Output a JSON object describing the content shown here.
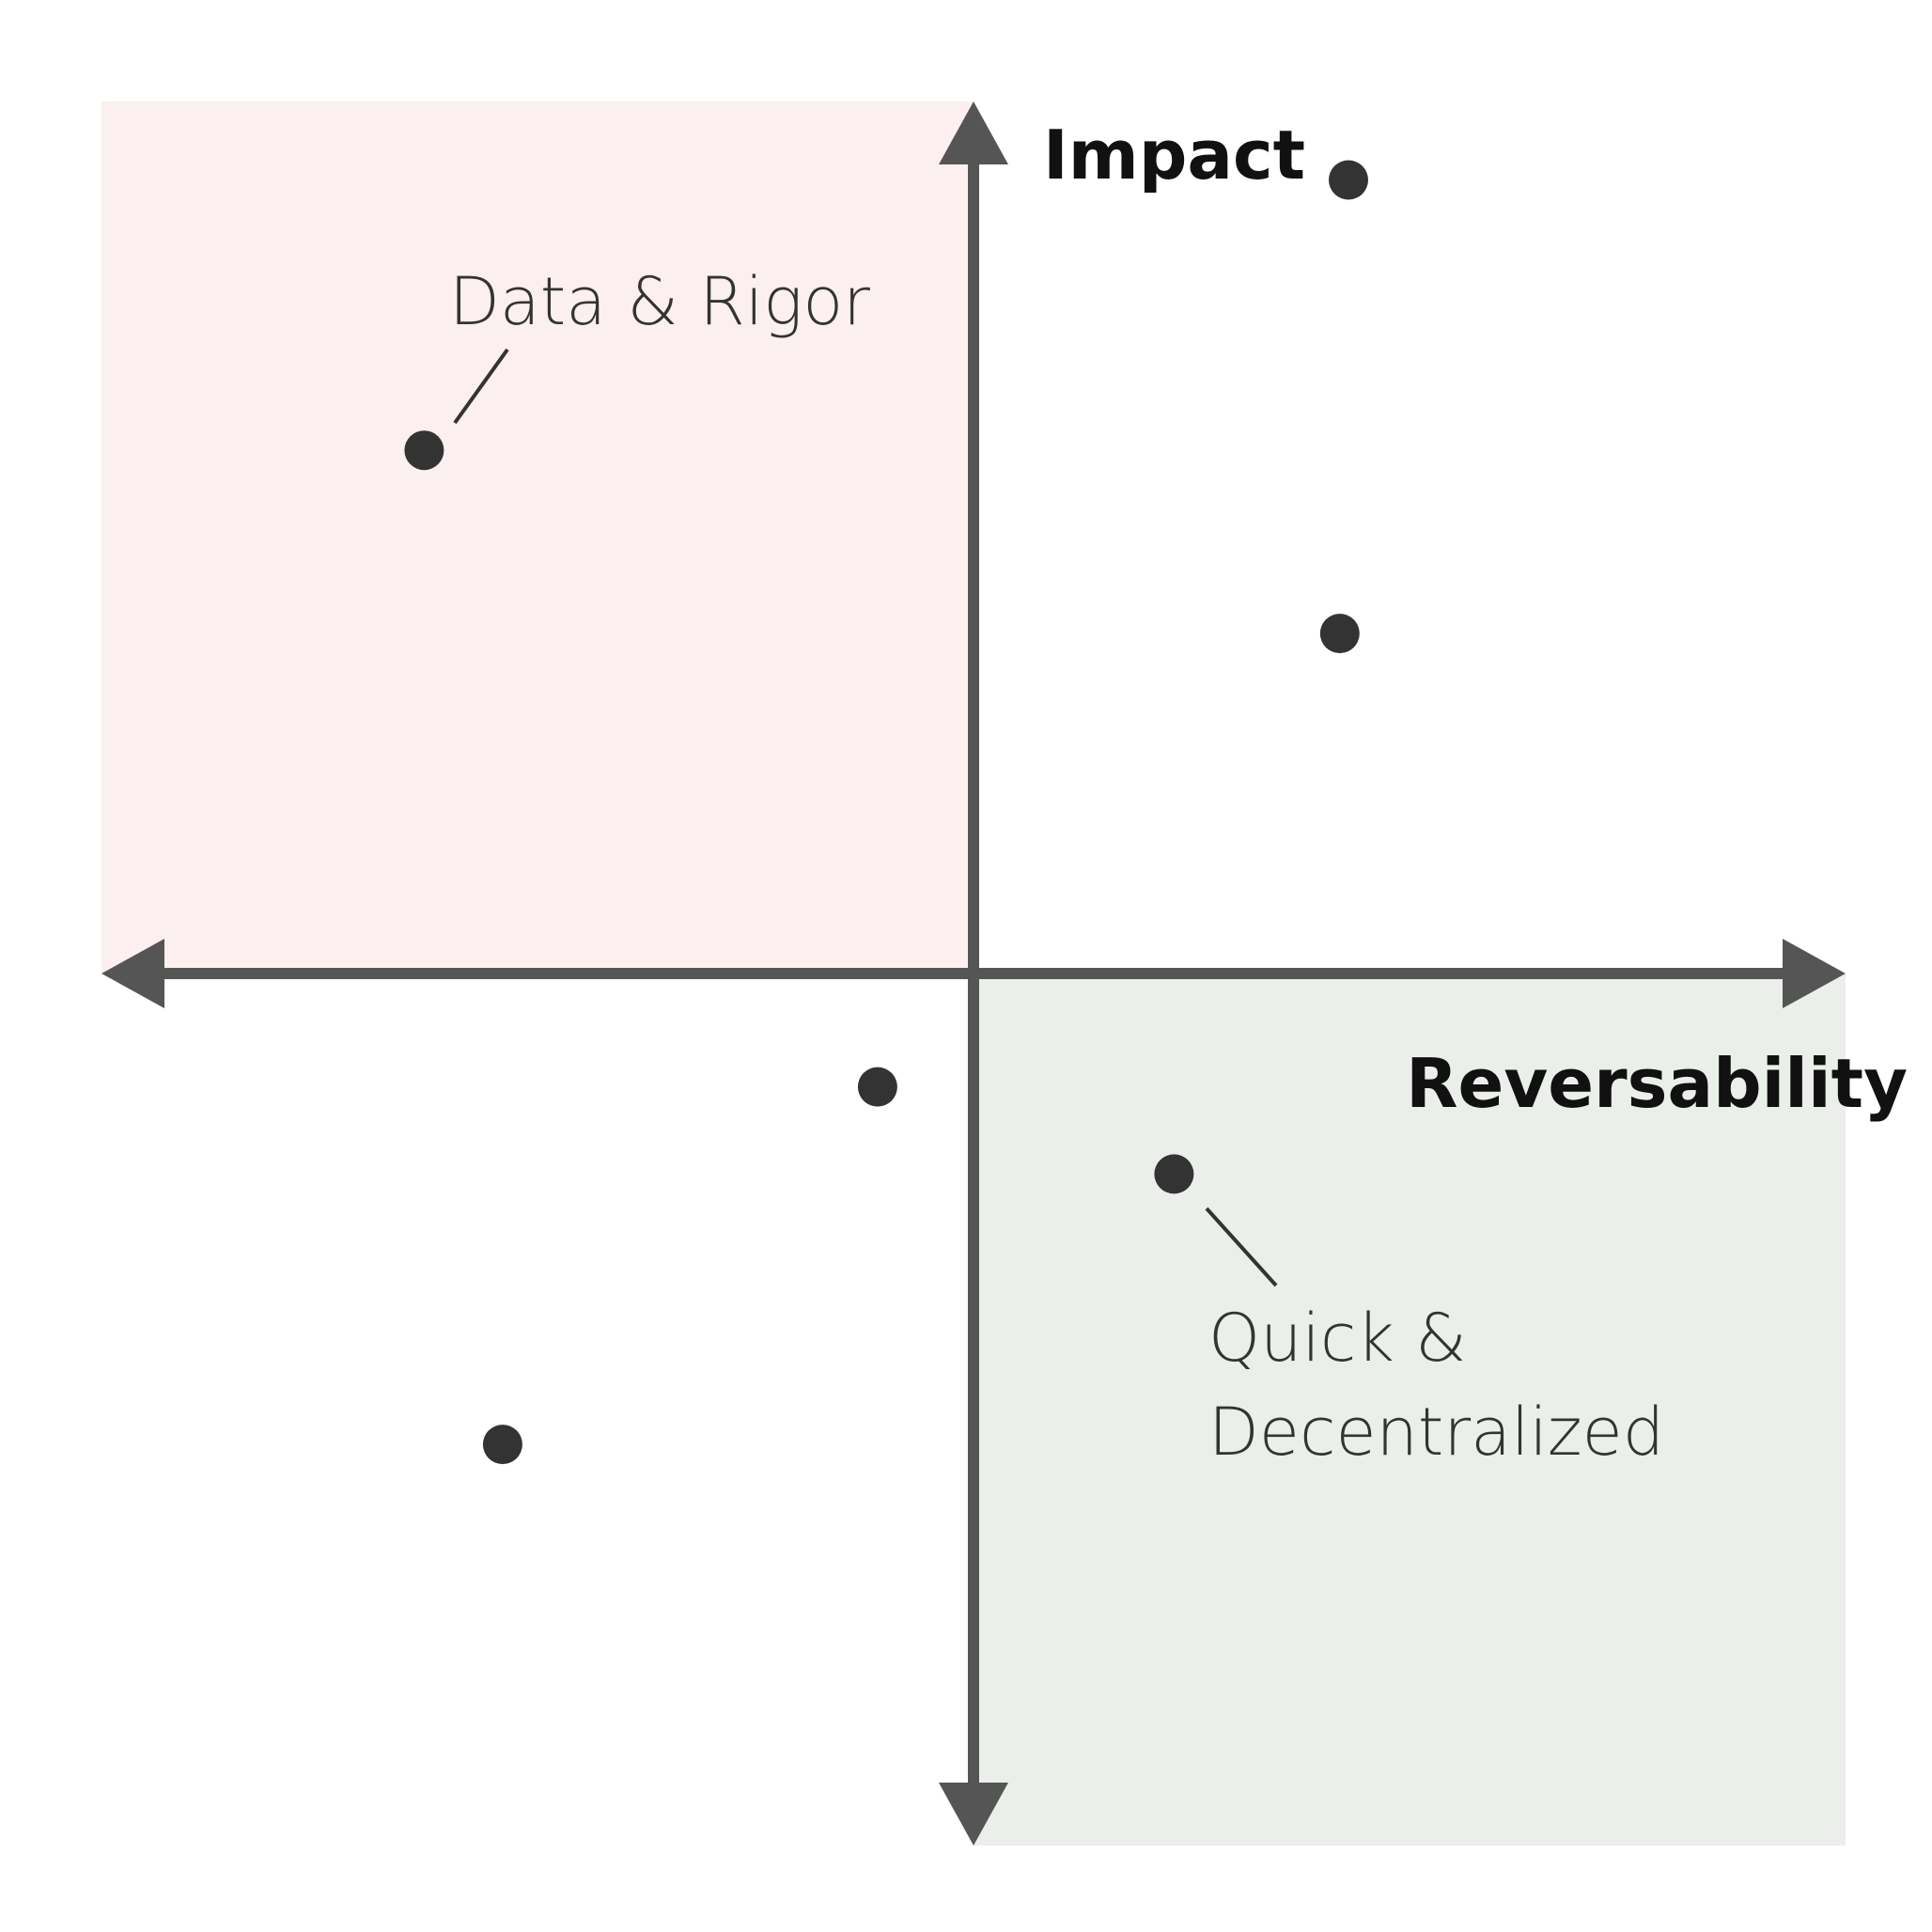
{
  "colors": {
    "top_left_quadrant": "#fbf0ef",
    "bottom_right_quadrant": "#ebefea",
    "axis": "#555555",
    "dot": "#333333"
  },
  "axes": {
    "y_title": "Impact",
    "x_title": "Reversability"
  },
  "annotations": {
    "data_rigor": "Data & Rigor",
    "quick_line1": "Quick &",
    "quick_line2": "Decentralized"
  },
  "chart_data": {
    "type": "scatter",
    "title": "",
    "xlabel": "Reversability",
    "ylabel": "Impact",
    "xlim": [
      -1,
      1
    ],
    "ylim": [
      -1,
      1
    ],
    "grid": false,
    "points": [
      {
        "x": 0.43,
        "y": 0.91,
        "label": ""
      },
      {
        "x": -0.63,
        "y": 0.6,
        "label": "Data & Rigor"
      },
      {
        "x": 0.42,
        "y": 0.39,
        "label": ""
      },
      {
        "x": -0.11,
        "y": -0.13,
        "label": ""
      },
      {
        "x": 0.23,
        "y": -0.23,
        "label": "Quick & Decentralized"
      },
      {
        "x": -0.54,
        "y": -0.54,
        "label": ""
      }
    ]
  }
}
